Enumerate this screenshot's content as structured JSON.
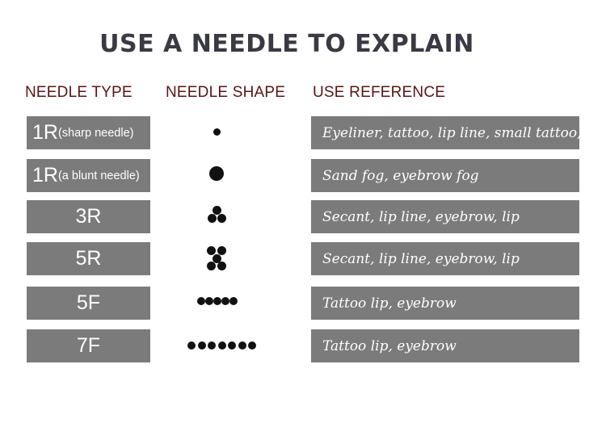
{
  "title": "USE A NEEDLE TO EXPLAIN",
  "headers": {
    "type": "NEEDLE TYPE",
    "shape": "NEEDLE SHAPE",
    "use": "USE REFERENCE"
  },
  "colors": {
    "title": "#3a3a44",
    "header": "#5a1414",
    "box": "#7b7b7b",
    "dot": "#111111"
  },
  "rows": [
    {
      "type": "1R",
      "note": "(sharp needle)",
      "shape": "single-small-dot",
      "use": "Eyeliner, tattoo, lip line, small tattoo, etc."
    },
    {
      "type": "1R",
      "note": "(a blunt needle)",
      "shape": "single-large-dot",
      "use": "Sand fog, eyebrow fog"
    },
    {
      "type": "3R",
      "note": "",
      "shape": "three-dot-cluster",
      "use": "Secant, lip line, eyebrow, lip"
    },
    {
      "type": "5R",
      "note": "",
      "shape": "five-dot-cluster",
      "use": "Secant, lip line, eyebrow, lip"
    },
    {
      "type": "5F",
      "note": "",
      "shape": "five-dot-row",
      "use": "Tattoo lip, eyebrow"
    },
    {
      "type": "7F",
      "note": "",
      "shape": "seven-dot-row",
      "use": "Tattoo lip, eyebrow"
    }
  ]
}
